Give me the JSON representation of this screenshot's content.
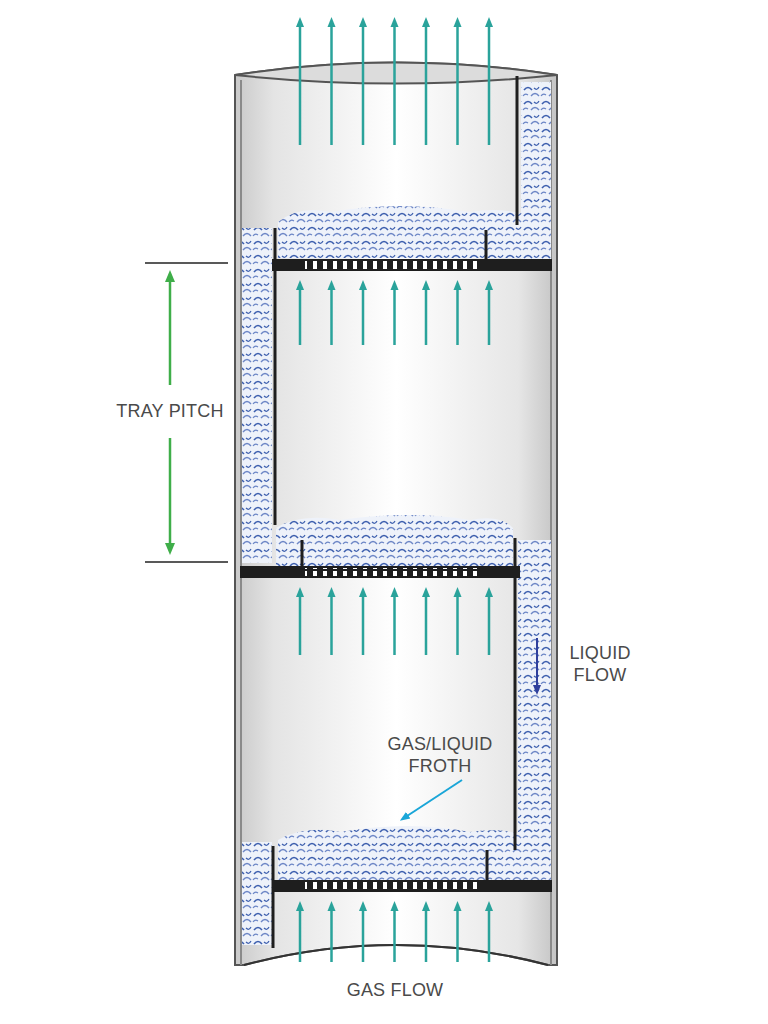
{
  "diagram": {
    "labels": [
      "TRAY PITCH",
      "LIQUID FLOW",
      "GAS/LIQUID FROTH",
      "GAS FLOW"
    ]
  }
}
